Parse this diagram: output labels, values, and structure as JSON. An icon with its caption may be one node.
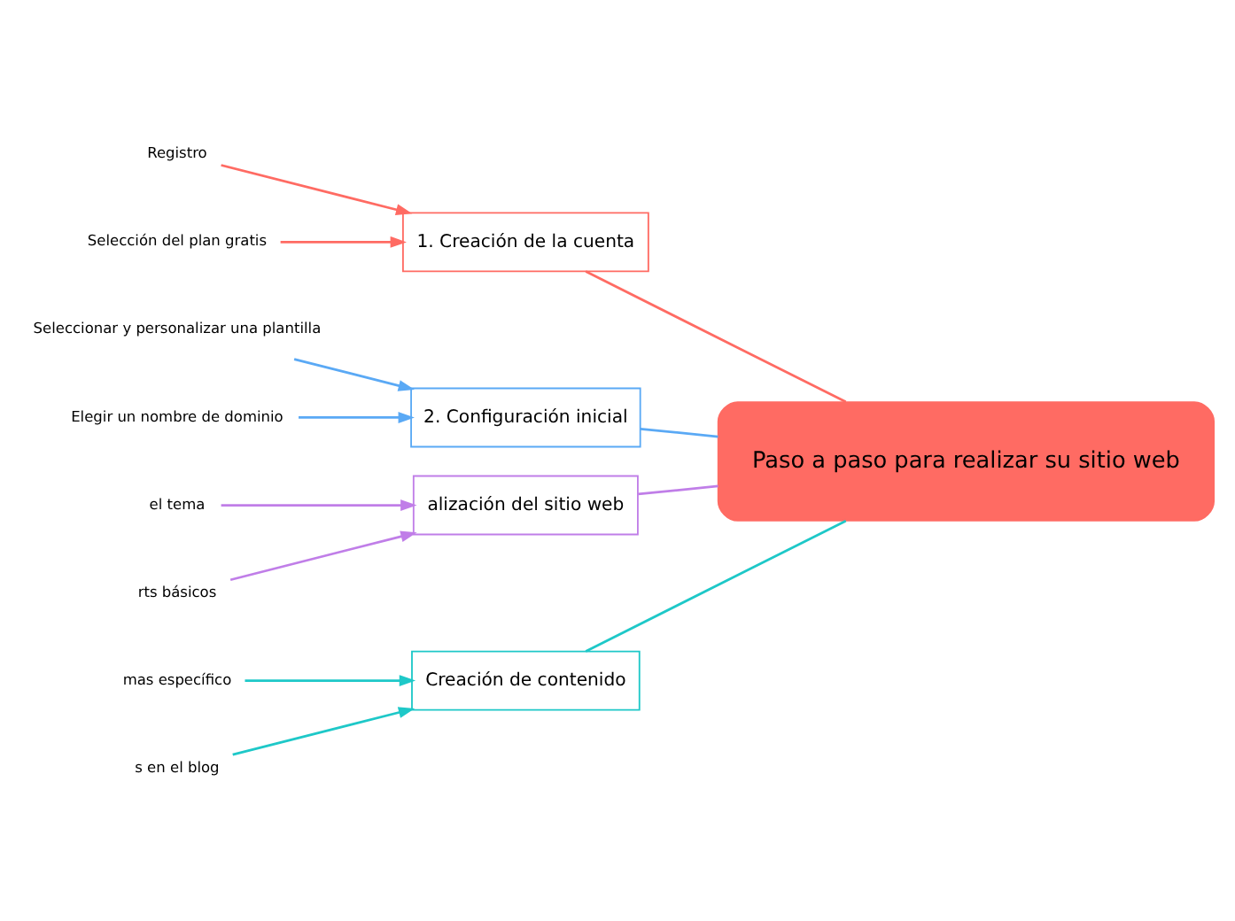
{
  "diagram": {
    "nodes": [
      {
        "text": [
          "Paso a paso para realizar su sitio web"
        ]
      },
      {
        "text": [
          "1. Creación de la cuenta"
        ]
      },
      {
        "text": [
          "Registro"
        ]
      },
      {
        "text": [
          "Selección del plan gratis"
        ]
      },
      {
        "text": [
          "2. Configuración inicial"
        ]
      },
      {
        "text": [
          "Seleccionar y personalizar una plantilla"
        ]
      },
      {
        "text": [
          "Elegir un nombre de dominio"
        ]
      },
      {
        "text": [
          "alización del sitio web"
        ]
      },
      {
        "text": [
          "el tema"
        ]
      },
      {
        "text": [
          "rts básicos"
        ]
      },
      {
        "text": [
          "Creación de contenido"
        ]
      },
      {
        "text": [
          "mas específico"
        ]
      },
      {
        "text": [
          "s en el blog"
        ]
      }
    ],
    "edges": [
      {
        "from": 1,
        "to": 0,
        "arrow": "none",
        "color": "#ff6b63"
      },
      {
        "from": 2,
        "to": 1,
        "arrow": "to",
        "color": "#ff6b63"
      },
      {
        "from": 3,
        "to": 1,
        "arrow": "to",
        "color": "#ff6b63"
      },
      {
        "from": 4,
        "to": 0,
        "arrow": "none",
        "color": "#5aa9f5"
      },
      {
        "from": 5,
        "to": 4,
        "arrow": "to",
        "color": "#5aa9f5"
      },
      {
        "from": 6,
        "to": 4,
        "arrow": "to",
        "color": "#5aa9f5"
      },
      {
        "from": 7,
        "to": 0,
        "arrow": "none",
        "color": "#c07ee8"
      },
      {
        "from": 8,
        "to": 7,
        "arrow": "to",
        "color": "#c07ee8"
      },
      {
        "from": 9,
        "to": 7,
        "arrow": "to",
        "color": "#c07ee8"
      },
      {
        "from": 10,
        "to": 0,
        "arrow": "none",
        "color": "#1ec8c8"
      },
      {
        "from": 11,
        "to": 10,
        "arrow": "to",
        "color": "#1ec8c8"
      },
      {
        "from": 12,
        "to": 10,
        "arrow": "to",
        "color": "#1ec8c8"
      }
    ]
  }
}
